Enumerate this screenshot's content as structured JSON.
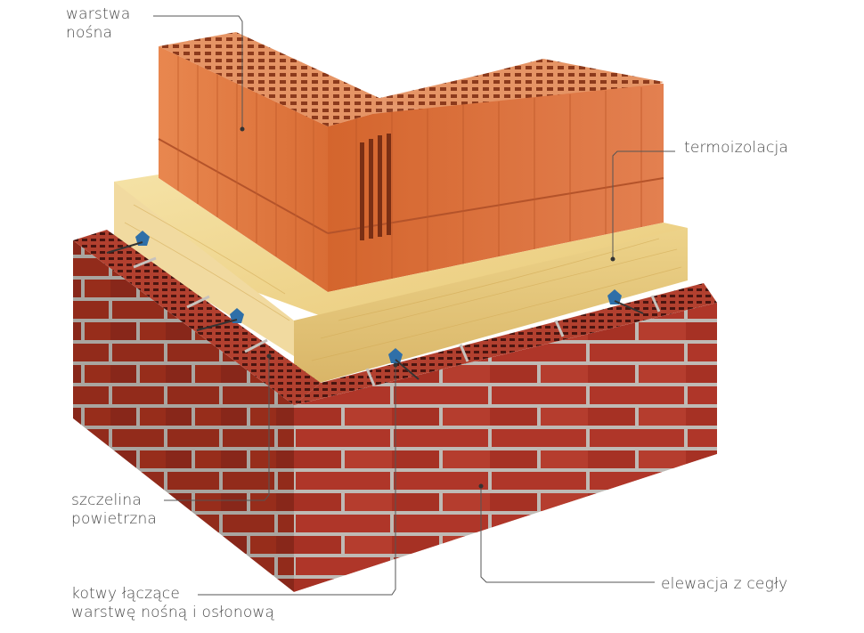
{
  "labels": {
    "load_bearing": [
      "warstwa",
      "nośna"
    ],
    "insulation": [
      "termoizolacja"
    ],
    "air_gap": [
      "szczelina",
      "powietrzna"
    ],
    "anchors": [
      "kotwy łączące",
      "warstwę nośną i osłonową"
    ],
    "facade": [
      "elewacja z cegły"
    ]
  },
  "colors": {
    "facing_brick": "#b83a2c",
    "hollow_block": "#e07a45",
    "insulation": "#f0d792",
    "anchor": "#2f6fa8",
    "leader_line": "#555555",
    "text": "#4a4a4a"
  },
  "icons": [
    "anchor-icon"
  ]
}
